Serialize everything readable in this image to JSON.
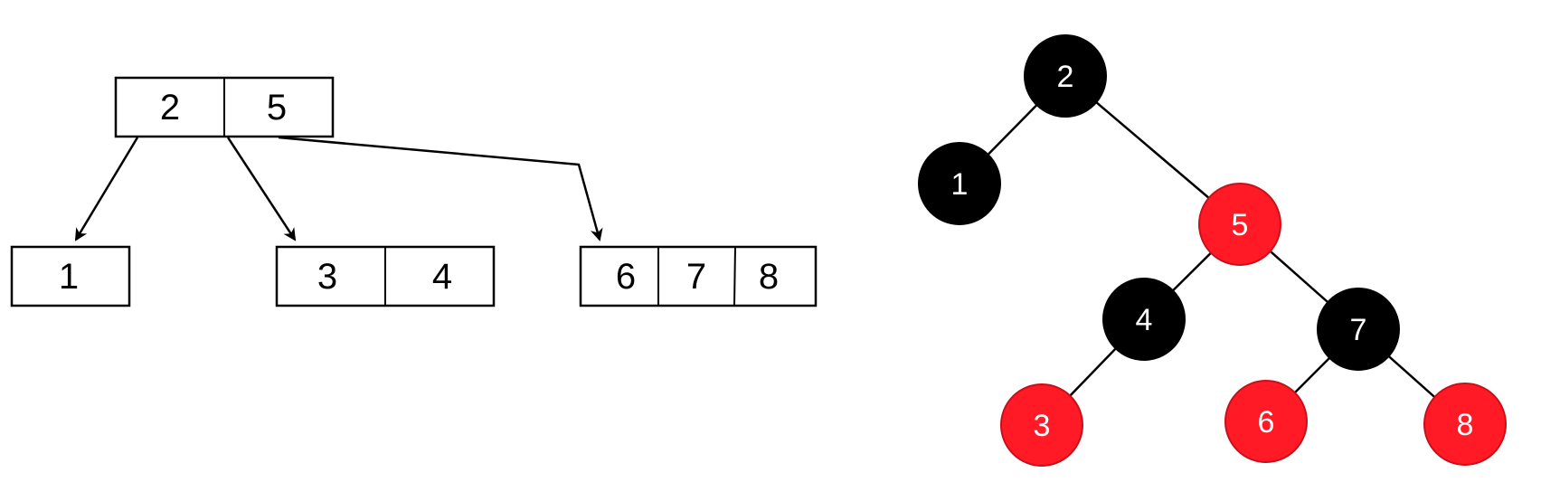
{
  "colors": {
    "black_node": "#000000",
    "red_node": "#ff1a25",
    "red_node_stroke": "#c8101a",
    "edge": "#000000",
    "node_text": "#ffffff"
  },
  "btree": {
    "root": {
      "keys": [
        "2",
        "5"
      ]
    },
    "children": [
      {
        "keys": [
          "1"
        ]
      },
      {
        "keys": [
          "3",
          "4"
        ]
      },
      {
        "keys": [
          "6",
          "7",
          "8"
        ]
      }
    ]
  },
  "rbtree": {
    "nodes": [
      {
        "key": "2",
        "color": "black"
      },
      {
        "key": "1",
        "color": "black"
      },
      {
        "key": "5",
        "color": "red"
      },
      {
        "key": "4",
        "color": "black"
      },
      {
        "key": "7",
        "color": "black"
      },
      {
        "key": "3",
        "color": "red"
      },
      {
        "key": "6",
        "color": "red"
      },
      {
        "key": "8",
        "color": "red"
      }
    ],
    "edges": [
      [
        "2",
        "1"
      ],
      [
        "2",
        "5"
      ],
      [
        "5",
        "4"
      ],
      [
        "5",
        "7"
      ],
      [
        "4",
        "3"
      ],
      [
        "7",
        "6"
      ],
      [
        "7",
        "8"
      ]
    ]
  }
}
